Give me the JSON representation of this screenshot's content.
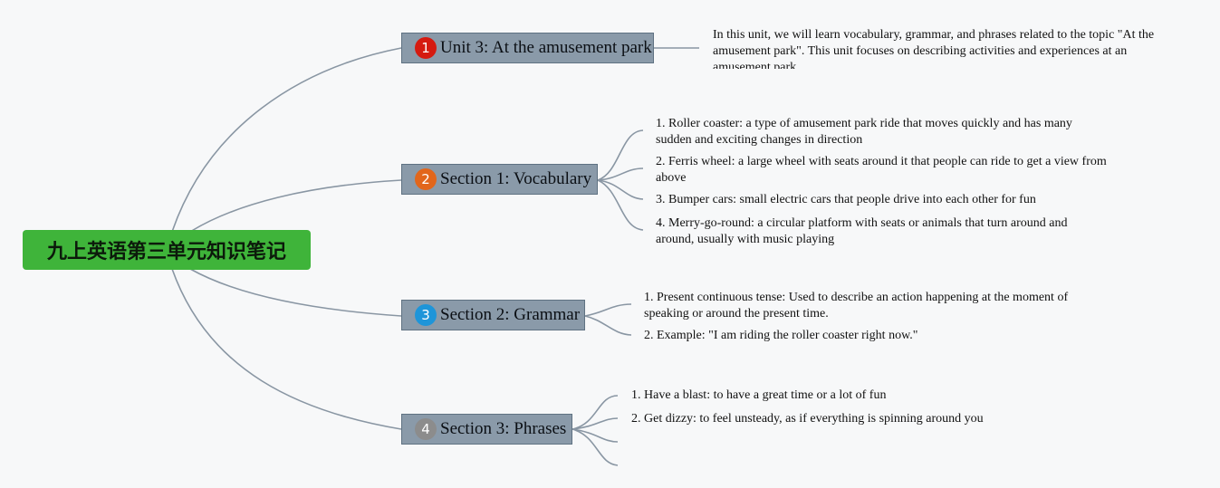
{
  "root": {
    "title": "九上英语第三单元知识笔记"
  },
  "colors": {
    "root_fill": "#3fb43a",
    "topic_fill": "#8a9aa9",
    "connector": "#8996a3"
  },
  "topics": [
    {
      "badge": "1",
      "badge_color": "#d51a10",
      "label": "Unit 3: At the amusement park",
      "notes": [
        "In this unit, we will learn vocabulary, grammar, and phrases related to the topic \"At the amusement park\". This unit focuses on describing activities and experiences at an amusement park."
      ]
    },
    {
      "badge": "2",
      "badge_color": "#e2661b",
      "label": "Section 1: Vocabulary",
      "notes": [
        "1. Roller coaster: a type of amusement park ride that moves quickly and has many sudden and exciting changes in direction",
        "2. Ferris wheel: a large wheel with seats around it that people can ride to get a view from above",
        "3. Bumper cars: small electric cars that people drive into each other for fun",
        "4. Merry-go-round: a circular platform with seats or animals that turn around and around, usually with music playing"
      ]
    },
    {
      "badge": "3",
      "badge_color": "#1e95d9",
      "label": "Section 2: Grammar",
      "notes": [
        "1. Present continuous tense: Used to describe an action happening at the moment of speaking or around the present time.",
        "2. Example: \"I am riding the roller coaster right now.\""
      ]
    },
    {
      "badge": "4",
      "badge_color": "#8c8c8c",
      "label": "Section 3: Phrases",
      "notes": [
        "1. Have a blast: to have a great time or a lot of fun",
        "2. Get dizzy: to feel unsteady, as if everything is spinning around you",
        "",
        ""
      ]
    }
  ]
}
